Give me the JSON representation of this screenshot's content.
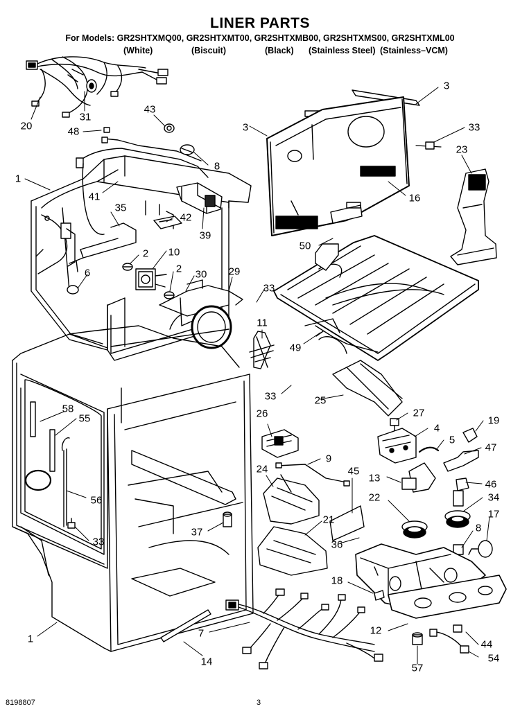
{
  "header": {
    "title": "LINER PARTS",
    "models_line": "For Models: GR2SHTXMQ00, GR2SHTXMT00, GR2SHTXMB00, GR2SHTXMS00, GR2SHTXML00",
    "variants": [
      "(White)",
      "(Biscuit)",
      "(Black)",
      "(Stainless Steel)",
      "(Stainless–VCM)"
    ]
  },
  "callouts": [
    "20",
    "31",
    "43",
    "48",
    "8",
    "41",
    "35",
    "42",
    "39",
    "1",
    "2",
    "10",
    "2",
    "6",
    "30",
    "29",
    "33",
    "11",
    "3",
    "3",
    "33",
    "23",
    "16",
    "50",
    "49",
    "25",
    "33",
    "27",
    "19",
    "26",
    "4",
    "5",
    "47",
    "9",
    "13",
    "46",
    "58",
    "55",
    "45",
    "24",
    "22",
    "34",
    "17",
    "56",
    "37",
    "21",
    "8",
    "33",
    "36",
    "18",
    "1",
    "7",
    "12",
    "44",
    "14",
    "57",
    "54"
  ],
  "footer": {
    "doc_number": "8198807",
    "page_number": "3"
  }
}
